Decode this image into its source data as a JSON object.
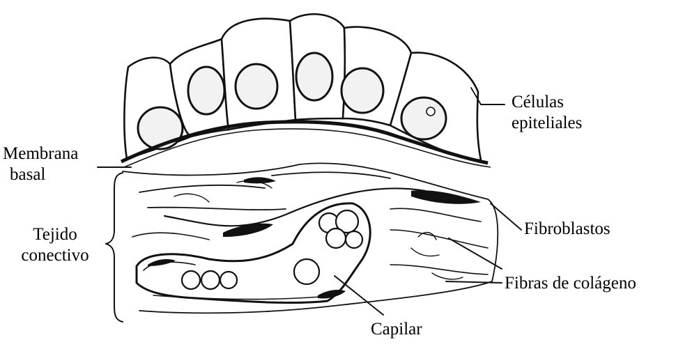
{
  "figure": {
    "labels": {
      "epithelial_cells": [
        "Células",
        "epiteliales"
      ],
      "basement_membrane": [
        "Membrana",
        "basal"
      ],
      "connective_tissue": [
        "Tejido",
        "conectivo"
      ],
      "fibroblasts": "Fibroblastos",
      "collagen_fibers": "Fibras de colágeno",
      "capillary": "Capilar"
    },
    "colors": {
      "ink": "#111111",
      "background": "#ffffff"
    }
  }
}
